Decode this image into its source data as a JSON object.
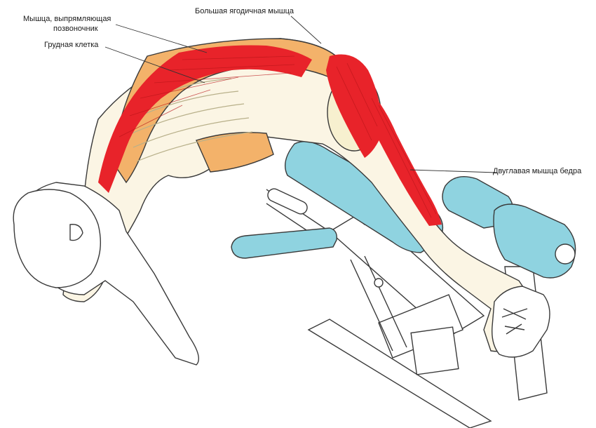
{
  "labels": {
    "erector_line1": "Мышца, выпрямляющая",
    "erector_line2": "позвоночник",
    "rib_cage": "Грудная клетка",
    "gluteus": "Большая ягодичная мышца",
    "hamstring": "Двуглавая мышца бедра"
  },
  "colors": {
    "muscle": "#e8232a",
    "muscle_dark": "#b81418",
    "skin_orange": "#f3b26a",
    "bone": "#f7f0cf",
    "pad_blue": "#8fd3e0",
    "pad_blue_dark": "#5fb6c8",
    "outline": "#3a3a3a"
  }
}
